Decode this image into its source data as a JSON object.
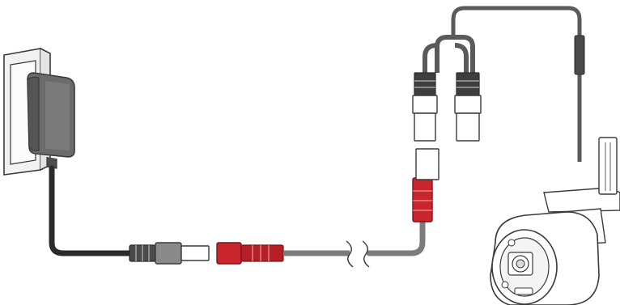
{
  "illustration": {
    "description_items": [
      "wall-outlet",
      "power-adapter",
      "barrel-connector-male",
      "barrel-connector-female-red",
      "extension-cable",
      "camera-power-split-cable",
      "security-camera"
    ],
    "colors": {
      "outline": "#3a3a3a",
      "adapter_body": "#6b6b6b",
      "cable_black": "#2b2b2b",
      "cable_gray": "#7c7c7c",
      "connector_red": "#c9252c",
      "connector_gray": "#8a8a8a",
      "outlet_fill": "#f2f2f2",
      "camera_fill": "#ffffff"
    }
  }
}
